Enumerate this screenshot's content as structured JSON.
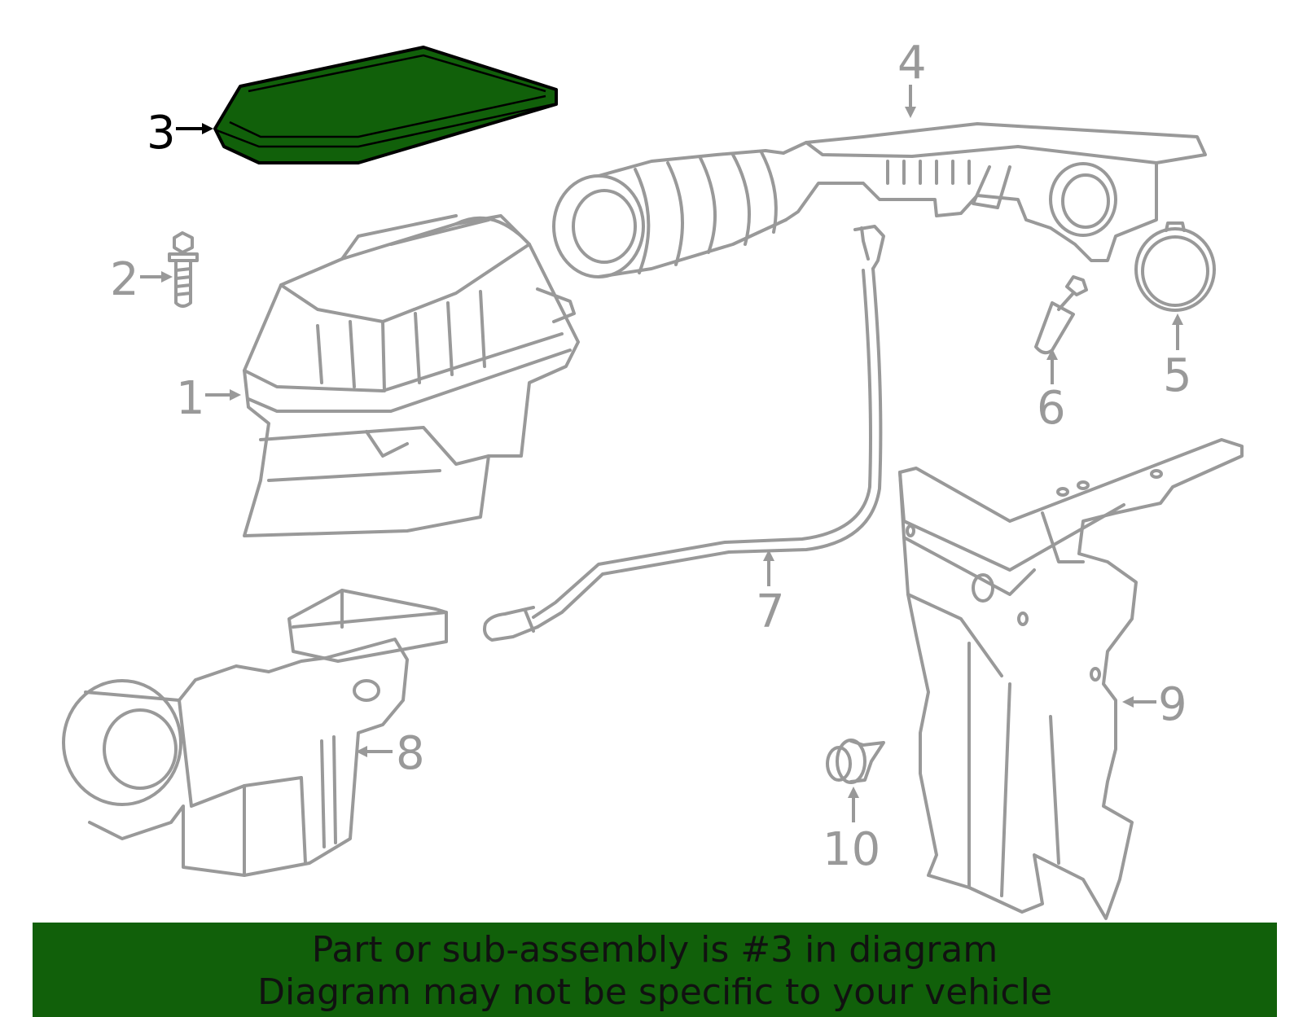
{
  "colors": {
    "highlight": "#11600a",
    "line": "#999999",
    "active_label": "#000000",
    "banner": "#11600a"
  },
  "callouts": {
    "c1": "1",
    "c2": "2",
    "c3": "3",
    "c4": "4",
    "c5": "5",
    "c6": "6",
    "c7": "7",
    "c8": "8",
    "c9": "9",
    "c10": "10"
  },
  "highlighted_part": "3",
  "banner": {
    "line1": "Part or sub-assembly is #3 in diagram",
    "line2": "Diagram may not be specific to your vehicle"
  }
}
